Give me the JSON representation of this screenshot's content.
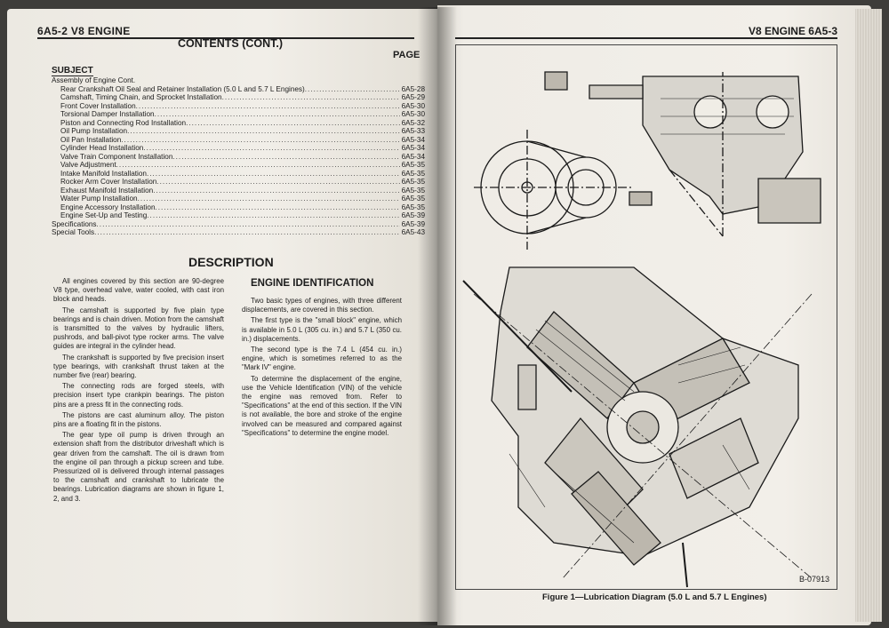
{
  "left_page": {
    "header": "6A5-2  V8 ENGINE",
    "contents_title": "CONTENTS (CONT.)",
    "page_label": "PAGE",
    "subject_label": "SUBJECT",
    "toc": [
      {
        "title": "Assembly of Engine Cont.",
        "page": "",
        "indent": false
      },
      {
        "title": "Rear Crankshaft Oil Seal and Retainer Installation (5.0 L and 5.7 L Engines)",
        "page": "6A5-28",
        "indent": true
      },
      {
        "title": "Camshaft, Timing Chain, and Sprocket Installation",
        "page": "6A5-29",
        "indent": true
      },
      {
        "title": "Front Cover Installation",
        "page": "6A5-30",
        "indent": true
      },
      {
        "title": "Torsional Damper Installation",
        "page": "6A5-30",
        "indent": true
      },
      {
        "title": "Piston and Connecting Rod Installation",
        "page": "6A5-32",
        "indent": true
      },
      {
        "title": "Oil Pump Installation",
        "page": "6A5-33",
        "indent": true
      },
      {
        "title": "Oil Pan Installation",
        "page": "6A5-34",
        "indent": true
      },
      {
        "title": "Cylinder Head Installation",
        "page": "6A5-34",
        "indent": true
      },
      {
        "title": "Valve Train Component Installation",
        "page": "6A5-34",
        "indent": true
      },
      {
        "title": "Valve Adjustment",
        "page": "6A5-35",
        "indent": true
      },
      {
        "title": "Intake Manifold Installation",
        "page": "6A5-35",
        "indent": true
      },
      {
        "title": "Rocker Arm Cover Installation",
        "page": "6A5-35",
        "indent": true
      },
      {
        "title": "Exhaust Manifold Installation",
        "page": "6A5-35",
        "indent": true
      },
      {
        "title": "Water Pump Installation",
        "page": "6A5-35",
        "indent": true
      },
      {
        "title": "Engine Accessory Installation",
        "page": "6A5-35",
        "indent": true
      },
      {
        "title": "Engine Set-Up and Testing",
        "page": "6A5-39",
        "indent": true
      },
      {
        "title": "Specifications",
        "page": "6A5-39",
        "indent": false
      },
      {
        "title": "Special Tools",
        "page": "6A5-43",
        "indent": false
      }
    ],
    "description_title": "DESCRIPTION",
    "description_paragraphs": [
      "All engines covered by this section are 90-degree V8 type, overhead valve, water cooled, with cast iron block and heads.",
      "The camshaft is supported by five plain type bearings and is chain driven. Motion from the camshaft is transmitted to the valves by hydraulic lifters, pushrods, and ball-pivot type rocker arms. The valve guides are integral in the cylinder head.",
      "The crankshaft is supported by five precision insert type bearings, with crankshaft thrust taken at the number five (rear) bearing.",
      "The connecting rods are forged steels, with precision insert type crankpin bearings. The piston pins are a press fit in the connecting rods.",
      "The pistons are cast aluminum alloy. The piston pins are a floating fit in the pistons.",
      "The gear type oil pump is driven through an extension shaft from the distributor driveshaft which is gear driven from the camshaft. The oil is drawn from the engine oil pan through a pickup screen and tube. Pressurized oil is delivered through internal passages to the camshaft and crankshaft to lubricate the bearings. Lubrication diagrams are shown in figure 1, 2, and 3."
    ],
    "engine_id_title": "ENGINE IDENTIFICATION",
    "engine_id_paragraphs": [
      "Two basic types of engines, with three different displacements, are covered in this section.",
      "The first type is the \"small block\" engine, which is available in 5.0 L (305 cu. in.) and 5.7 L (350 cu. in.) displacements.",
      "The second type is the 7.4 L (454 cu. in.) engine, which is sometimes referred to as the \"Mark IV\" engine.",
      "To determine the displacement of the engine, use the Vehicle Identification (VIN) of the vehicle the engine was removed from. Refer to \"Specifications\" at the end of this section. If the VIN is not available, the bore and stroke of the engine involved can be measured and compared against \"Specifications\" to determine the engine model."
    ]
  },
  "right_page": {
    "header": "V8 ENGINE  6A5-3",
    "figure_code": "B-07913",
    "caption": "Figure 1—Lubrication Diagram (5.0 L and 5.7 L Engines)"
  }
}
